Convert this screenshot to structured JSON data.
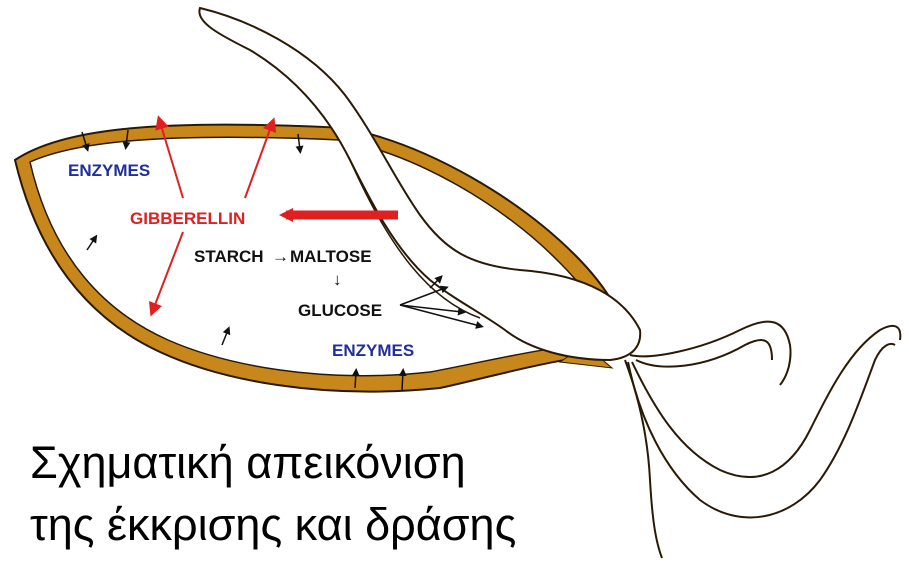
{
  "diagram": {
    "labels": {
      "enzymes_top": "ENZYMES",
      "gibberellin": "GIBBERELLIN",
      "starch": "STARCH",
      "maltose": "MALTOSE",
      "down_arrow": "↓",
      "glucose": "GLUCOSE",
      "enzymes_bottom": "ENZYMES"
    },
    "colors": {
      "seed_coat": "#c8871a",
      "aleurone_outline": "#2a1a05",
      "enzyme_text": "#1f2f9e",
      "gibberellin": "#e02020"
    }
  },
  "caption": {
    "line1": "Σχηματική απεικόνιση",
    "line2": "της έκκρισης και δράσης"
  }
}
